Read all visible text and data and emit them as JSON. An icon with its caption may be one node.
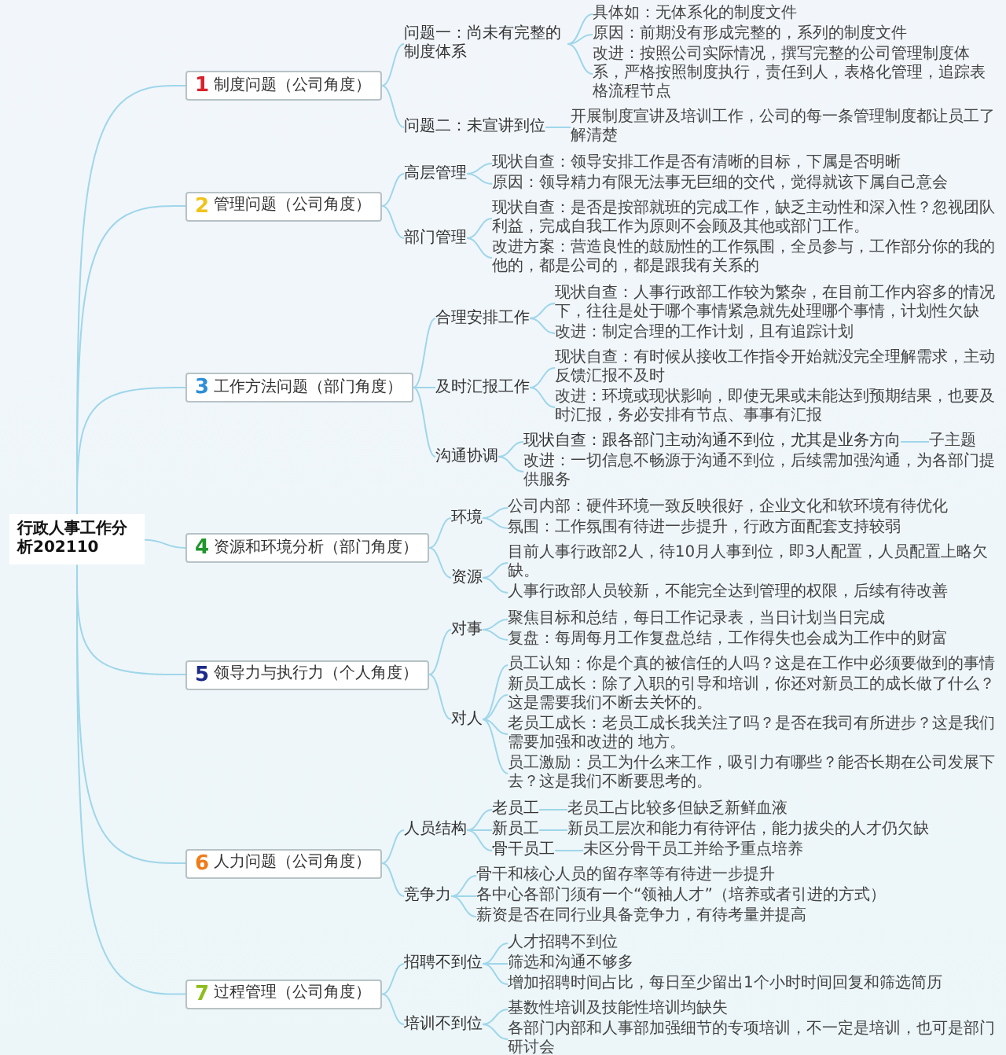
{
  "diagram": {
    "nodes": [
      {
        "text": [
          "行政人事工作分析202110"
        ]
      },
      {
        "text": [
          "1",
          "制度问题（公司角度）"
        ]
      },
      {
        "text": [
          "问题一：尚未有完整的制度体系"
        ]
      },
      {
        "text": [
          "具体如：无体系化的制度文件"
        ]
      },
      {
        "text": [
          "原因：前期没有形成完整的，系列的制度文件"
        ]
      },
      {
        "text": [
          "改进：按照公司实际情况，撰写完整的公司管理制度体系，严格按照制度执行，责任到人，表格化管理，追踪表格流程节点"
        ]
      },
      {
        "text": [
          "问题二：未宣讲到位"
        ]
      },
      {
        "text": [
          "开展制度宣讲及培训工作，公司的每一条管理制度都让员工了解清楚"
        ]
      },
      {
        "text": [
          "2",
          "管理问题（公司角度）"
        ]
      },
      {
        "text": [
          "高层管理"
        ]
      },
      {
        "text": [
          "现状自查：领导安排工作是否有清晰的目标，下属是否明晰"
        ]
      },
      {
        "text": [
          "原因：领导精力有限无法事无巨细的交代，觉得就该下属自己意会"
        ]
      },
      {
        "text": [
          "部门管理"
        ]
      },
      {
        "text": [
          "现状自查：是否是按部就班的完成工作，缺乏主动性和深入性？忽视团队利益，完成自我工作为原则不会顾及其他或部门工作。"
        ]
      },
      {
        "text": [
          "改进方案：营造良性的鼓励性的工作氛围，全员参与，工作部分你的我的他的，都是公司的，都是跟我有关系的"
        ]
      },
      {
        "text": [
          "3",
          "工作方法问题（部门角度）"
        ]
      },
      {
        "text": [
          "合理安排工作"
        ]
      },
      {
        "text": [
          "现状自查：人事行政部工作较为繁杂，在目前工作内容多的情况下，往往是处于哪个事情紧急就先处理哪个事情，计划性欠缺"
        ]
      },
      {
        "text": [
          "改进：制定合理的工作计划，且有追踪计划"
        ]
      },
      {
        "text": [
          "及时汇报工作"
        ]
      },
      {
        "text": [
          "现状自查：有时候从接收工作指令开始就没完全理解需求，主动反馈汇报不及时"
        ]
      },
      {
        "text": [
          "改进：环境或现状影响，即使无果或未能达到预期结果，也要及时汇报，务必安排有节点、事事有汇报"
        ]
      },
      {
        "text": [
          "沟通协调"
        ]
      },
      {
        "text": [
          "现状自查：跟各部门主动沟通不到位，尤其是业务方向"
        ]
      },
      {
        "text": [
          "子主题"
        ]
      },
      {
        "text": [
          "改进：一切信息不畅源于沟通不到位，后续需加强沟通，为各部门提供服务"
        ]
      },
      {
        "text": [
          "4",
          "资源和环境分析（部门角度）"
        ]
      },
      {
        "text": [
          "环境"
        ]
      },
      {
        "text": [
          "公司内部：硬件环境一致反映很好，企业文化和软环境有待优化"
        ]
      },
      {
        "text": [
          "氛围：工作氛围有待进一步提升，行政方面配套支持较弱"
        ]
      },
      {
        "text": [
          "资源"
        ]
      },
      {
        "text": [
          "目前人事行政部2人，待10月人事到位，即3人配置，人员配置上略欠缺。"
        ]
      },
      {
        "text": [
          "人事行政部人员较新，不能完全达到管理的权限，后续有待改善"
        ]
      },
      {
        "text": [
          "5",
          "领导力与执行力（个人角度）"
        ]
      },
      {
        "text": [
          "对事"
        ]
      },
      {
        "text": [
          "聚焦目标和总结，每日工作记录表，当日计划当日完成"
        ]
      },
      {
        "text": [
          "复盘：每周每月工作复盘总结，工作得失也会成为工作中的财富"
        ]
      },
      {
        "text": [
          "对人"
        ]
      },
      {
        "text": [
          "员工认知：你是个真的被信任的人吗？这是在工作中必须要做到的事情"
        ]
      },
      {
        "text": [
          "新员工成长：除了入职的引导和培训，你还对新员工的成长做了什么？这是需要我们不断去关怀的。"
        ]
      },
      {
        "text": [
          "老员工成长：老员工成长我关注了吗？是否在我司有所进步？这是我们需要加强和改进的 地方。"
        ]
      },
      {
        "text": [
          "员工激励：员工为什么来工作，吸引力有哪些？能否长期在公司发展下去？这是我们不断要思考的。"
        ]
      },
      {
        "text": [
          "6",
          "人力问题（公司角度）"
        ]
      },
      {
        "text": [
          "人员结构"
        ]
      },
      {
        "text": [
          "老员工"
        ]
      },
      {
        "text": [
          "老员工占比较多但缺乏新鲜血液"
        ]
      },
      {
        "text": [
          "新员工"
        ]
      },
      {
        "text": [
          "新员工层次和能力有待评估，能力拔尖的人才仍欠缺"
        ]
      },
      {
        "text": [
          "骨干员工"
        ]
      },
      {
        "text": [
          "未区分骨干员工并给予重点培养"
        ]
      },
      {
        "text": [
          "竞争力"
        ]
      },
      {
        "text": [
          "骨干和核心人员的留存率等有待进一步提升"
        ]
      },
      {
        "text": [
          "各中心各部门须有一个“领袖人才”（培养或者引进的方式）"
        ]
      },
      {
        "text": [
          "薪资是否在同行业具备竞争力，有待考量并提高"
        ]
      },
      {
        "text": [
          "7",
          "过程管理（公司角度）"
        ]
      },
      {
        "text": [
          "招聘不到位"
        ]
      },
      {
        "text": [
          "人才招聘不到位"
        ]
      },
      {
        "text": [
          "筛选和沟通不够多"
        ]
      },
      {
        "text": [
          "增加招聘时间占比，每日至少留出1个小时时间回复和筛选简历"
        ]
      },
      {
        "text": [
          "培训不到位"
        ]
      },
      {
        "text": [
          "基数性培训及技能性培训均缺失"
        ]
      },
      {
        "text": [
          "各部门内部和人事部加强细节的专项培训，不一定是培训，也可是部门研讨会"
        ]
      }
    ],
    "edges": [
      {
        "from": 0,
        "to": 1,
        "arrow": "none"
      },
      {
        "from": 1,
        "to": 2,
        "arrow": "none"
      },
      {
        "from": 2,
        "to": 3,
        "arrow": "none"
      },
      {
        "from": 2,
        "to": 4,
        "arrow": "none"
      },
      {
        "from": 2,
        "to": 5,
        "arrow": "none"
      },
      {
        "from": 1,
        "to": 6,
        "arrow": "none"
      },
      {
        "from": 6,
        "to": 7,
        "arrow": "none"
      },
      {
        "from": 0,
        "to": 8,
        "arrow": "none"
      },
      {
        "from": 8,
        "to": 9,
        "arrow": "none"
      },
      {
        "from": 9,
        "to": 10,
        "arrow": "none"
      },
      {
        "from": 9,
        "to": 11,
        "arrow": "none"
      },
      {
        "from": 8,
        "to": 12,
        "arrow": "none"
      },
      {
        "from": 12,
        "to": 13,
        "arrow": "none"
      },
      {
        "from": 12,
        "to": 14,
        "arrow": "none"
      },
      {
        "from": 0,
        "to": 15,
        "arrow": "none"
      },
      {
        "from": 15,
        "to": 16,
        "arrow": "none"
      },
      {
        "from": 16,
        "to": 17,
        "arrow": "none"
      },
      {
        "from": 16,
        "to": 18,
        "arrow": "none"
      },
      {
        "from": 15,
        "to": 19,
        "arrow": "none"
      },
      {
        "from": 19,
        "to": 20,
        "arrow": "none"
      },
      {
        "from": 19,
        "to": 21,
        "arrow": "none"
      },
      {
        "from": 15,
        "to": 22,
        "arrow": "none"
      },
      {
        "from": 22,
        "to": 23,
        "arrow": "none"
      },
      {
        "from": 23,
        "to": 24,
        "arrow": "none"
      },
      {
        "from": 22,
        "to": 25,
        "arrow": "none"
      },
      {
        "from": 0,
        "to": 26,
        "arrow": "none"
      },
      {
        "from": 26,
        "to": 27,
        "arrow": "none"
      },
      {
        "from": 27,
        "to": 28,
        "arrow": "none"
      },
      {
        "from": 27,
        "to": 29,
        "arrow": "none"
      },
      {
        "from": 26,
        "to": 30,
        "arrow": "none"
      },
      {
        "from": 30,
        "to": 31,
        "arrow": "none"
      },
      {
        "from": 30,
        "to": 32,
        "arrow": "none"
      },
      {
        "from": 0,
        "to": 33,
        "arrow": "none"
      },
      {
        "from": 33,
        "to": 34,
        "arrow": "none"
      },
      {
        "from": 34,
        "to": 35,
        "arrow": "none"
      },
      {
        "from": 34,
        "to": 36,
        "arrow": "none"
      },
      {
        "from": 33,
        "to": 37,
        "arrow": "none"
      },
      {
        "from": 37,
        "to": 38,
        "arrow": "none"
      },
      {
        "from": 37,
        "to": 39,
        "arrow": "none"
      },
      {
        "from": 37,
        "to": 40,
        "arrow": "none"
      },
      {
        "from": 37,
        "to": 41,
        "arrow": "none"
      },
      {
        "from": 0,
        "to": 42,
        "arrow": "none"
      },
      {
        "from": 42,
        "to": 43,
        "arrow": "none"
      },
      {
        "from": 43,
        "to": 44,
        "arrow": "none"
      },
      {
        "from": 44,
        "to": 45,
        "arrow": "none"
      },
      {
        "from": 43,
        "to": 46,
        "arrow": "none"
      },
      {
        "from": 46,
        "to": 47,
        "arrow": "none"
      },
      {
        "from": 43,
        "to": 48,
        "arrow": "none"
      },
      {
        "from": 48,
        "to": 49,
        "arrow": "none"
      },
      {
        "from": 42,
        "to": 50,
        "arrow": "none"
      },
      {
        "from": 50,
        "to": 51,
        "arrow": "none"
      },
      {
        "from": 50,
        "to": 52,
        "arrow": "none"
      },
      {
        "from": 50,
        "to": 53,
        "arrow": "none"
      },
      {
        "from": 0,
        "to": 54,
        "arrow": "none"
      },
      {
        "from": 54,
        "to": 55,
        "arrow": "none"
      },
      {
        "from": 55,
        "to": 56,
        "arrow": "none"
      },
      {
        "from": 55,
        "to": 57,
        "arrow": "none"
      },
      {
        "from": 55,
        "to": 58,
        "arrow": "none"
      },
      {
        "from": 54,
        "to": 59,
        "arrow": "none"
      },
      {
        "from": 59,
        "to": 60,
        "arrow": "none"
      },
      {
        "from": 59,
        "to": 61,
        "arrow": "none"
      }
    ]
  }
}
